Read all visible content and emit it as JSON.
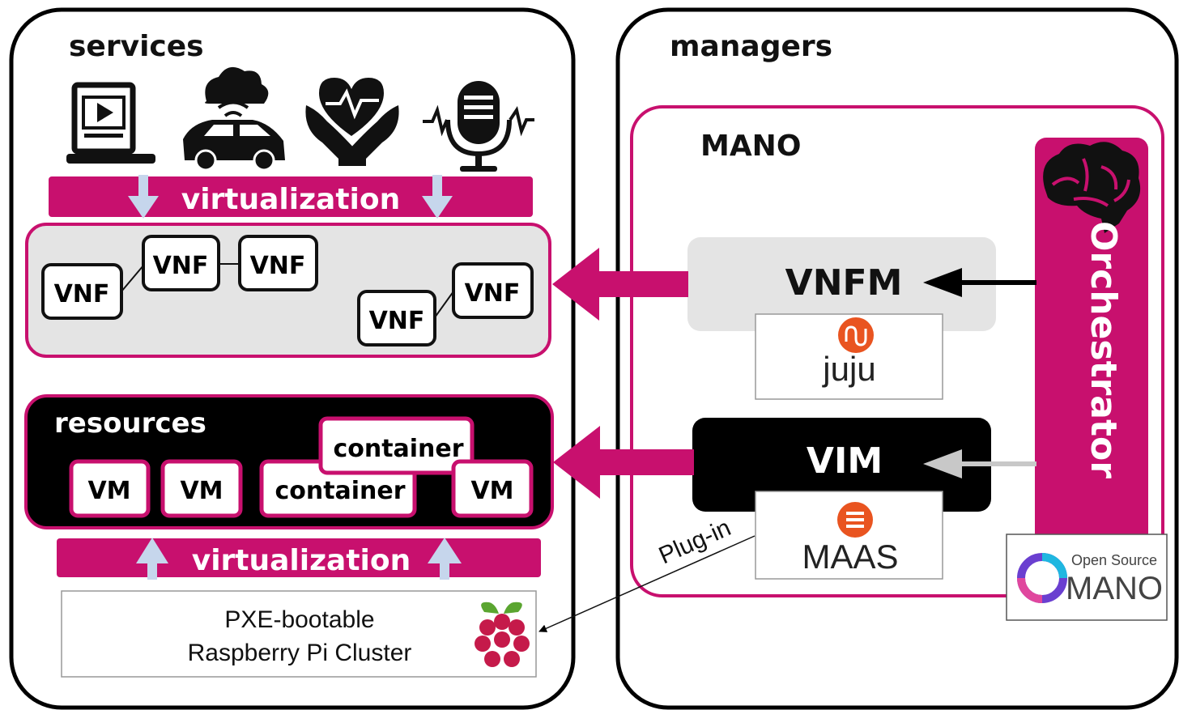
{
  "colors": {
    "magenta": "#c8106e",
    "panel_gray": "#e4e4e4",
    "arrow_blue": "#c6d6ec",
    "black": "#000000",
    "white": "#ffffff"
  },
  "services": {
    "title": "services",
    "icons": [
      "video-laptop-icon",
      "connected-car-icon",
      "heart-care-icon",
      "podcast-microphone-icon"
    ],
    "top_virtualization": "virtualization",
    "vnfs": [
      "VNF",
      "VNF",
      "VNF",
      "VNF",
      "VNF"
    ]
  },
  "resources": {
    "title": "resources",
    "vms": [
      "VM",
      "VM",
      "VM"
    ],
    "containers": [
      "container",
      "container"
    ]
  },
  "bottom_virtualization": "virtualization",
  "cluster": {
    "line1": "PXE-bootable",
    "line2": "Raspberry Pi Cluster",
    "icon": "raspberry-pi-icon"
  },
  "managers": {
    "title": "managers",
    "mano_label": "MANO",
    "vnfm": "VNFM",
    "vim": "VIM",
    "orchestrator": "Orchestrator",
    "juju": "juju",
    "maas": "MAAS",
    "plugin": "Plug-in",
    "osm_line1": "Open Source",
    "osm_line2": "MANO"
  }
}
